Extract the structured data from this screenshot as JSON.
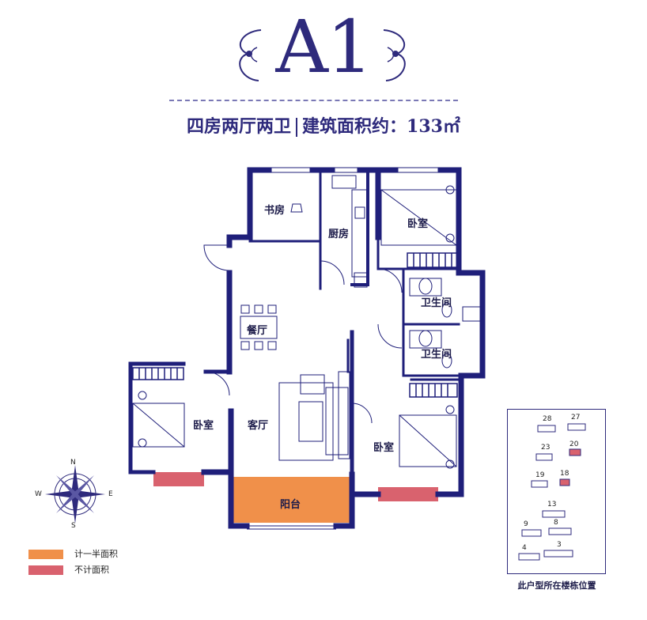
{
  "title": "A1",
  "subtitle": {
    "layout": "四房两厅两卫",
    "area": "建筑面积约：133㎡"
  },
  "rooms": {
    "study": "书房",
    "kitchen": "厨房",
    "bedroom_ne": "卧室",
    "bath_1": "卫生间",
    "bath_2": "卫生间",
    "dining": "餐厅",
    "bedroom_w": "卧室",
    "living": "客厅",
    "bedroom_se": "卧室",
    "balcony": "阳台"
  },
  "compass": {
    "n": "N",
    "s": "S",
    "e": "E",
    "w": "W"
  },
  "legend": [
    {
      "label": "计一半面积",
      "color": "#f0904a"
    },
    {
      "label": "不计面积",
      "color": "#d9626e"
    }
  ],
  "location_map": {
    "caption": "此户型所在楼栋位置",
    "buildings": [
      "28",
      "27",
      "23",
      "20",
      "19",
      "18",
      "13",
      "9",
      "8",
      "4",
      "3"
    ],
    "highlight_color": "#d9626e"
  },
  "colors": {
    "wall": "#1f1f7a",
    "accent": "#2e2a7c"
  }
}
